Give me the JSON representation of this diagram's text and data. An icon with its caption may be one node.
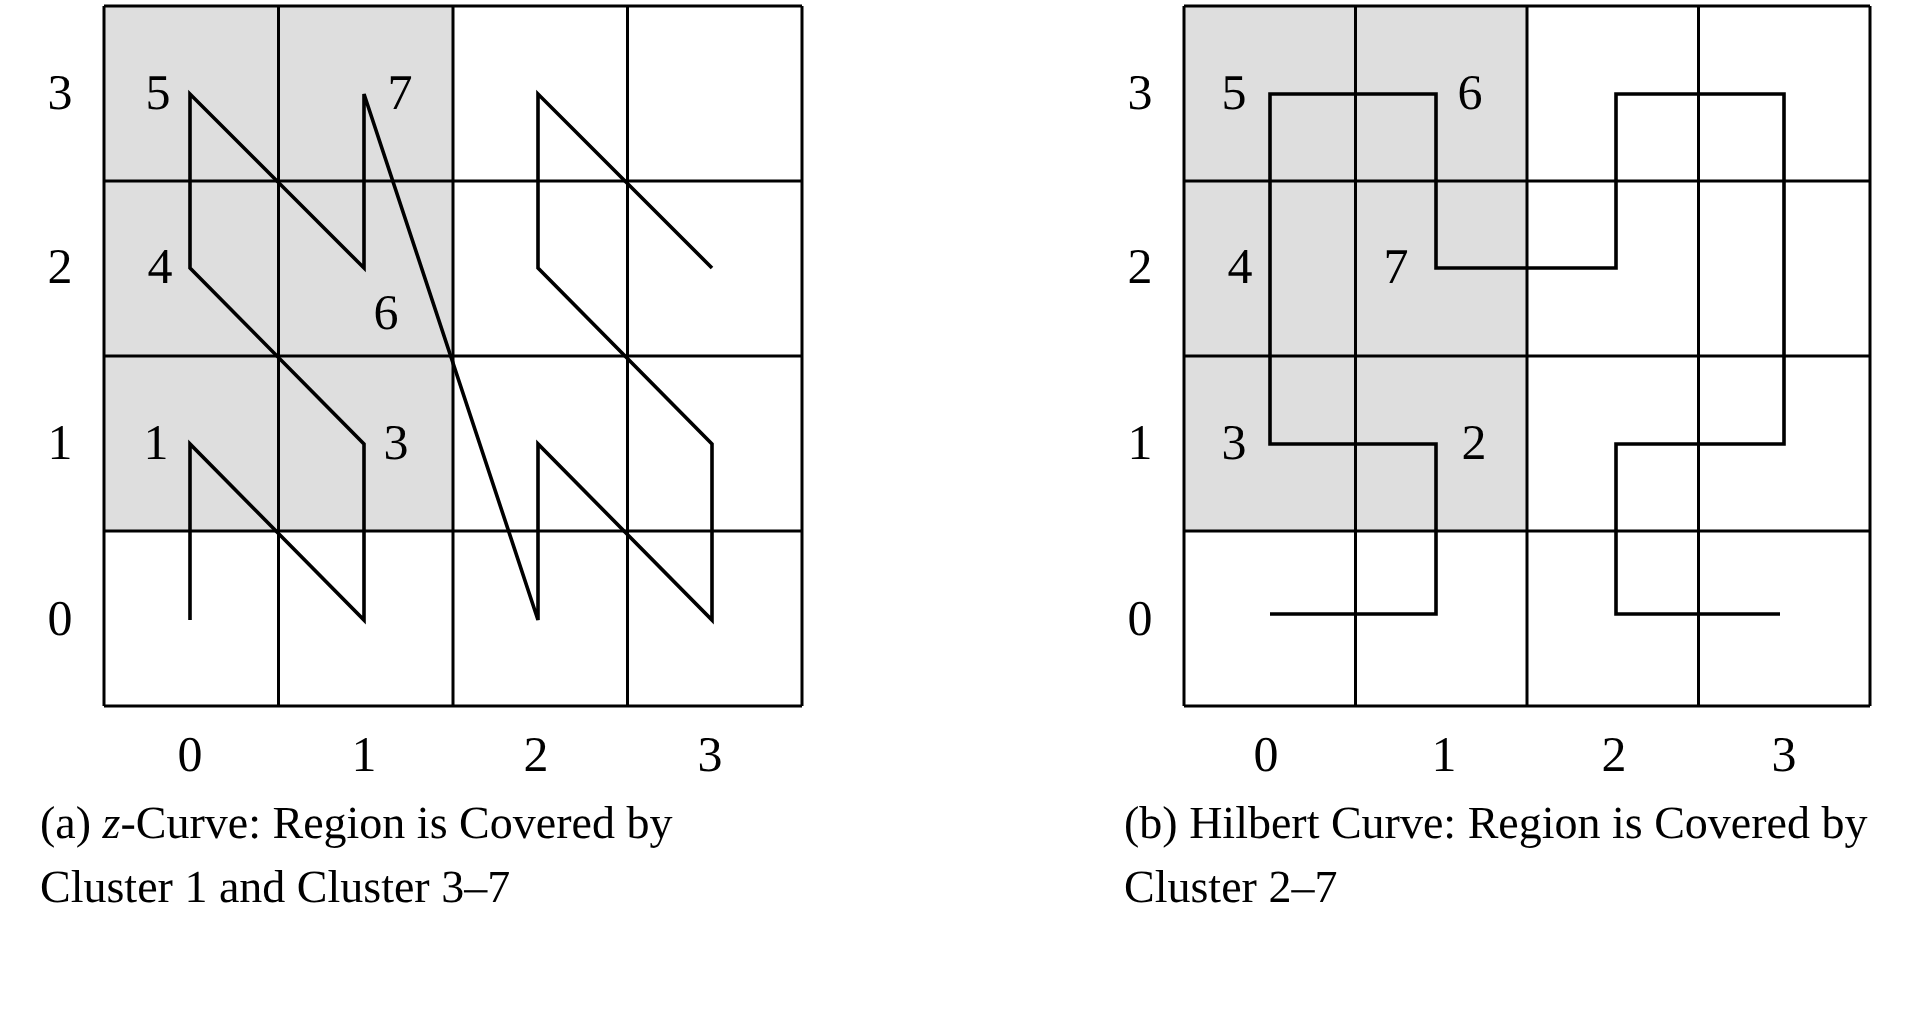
{
  "diagram": {
    "labels": [
      "3",
      "2",
      "1",
      "0",
      "5",
      "7",
      "4",
      "6",
      "1",
      "3",
      "0",
      "1",
      "2",
      "3",
      "3",
      "2",
      "1",
      "0",
      "5",
      "6",
      "4",
      "7",
      "3",
      "2",
      "0",
      "1",
      "2",
      "3",
      "(a) *z*-Curve: Region is Covered by Cluster 1 and Cluster 3–7",
      "(b) Hilbert Curve: Region is Covered by Cluster 2–7"
    ]
  }
}
